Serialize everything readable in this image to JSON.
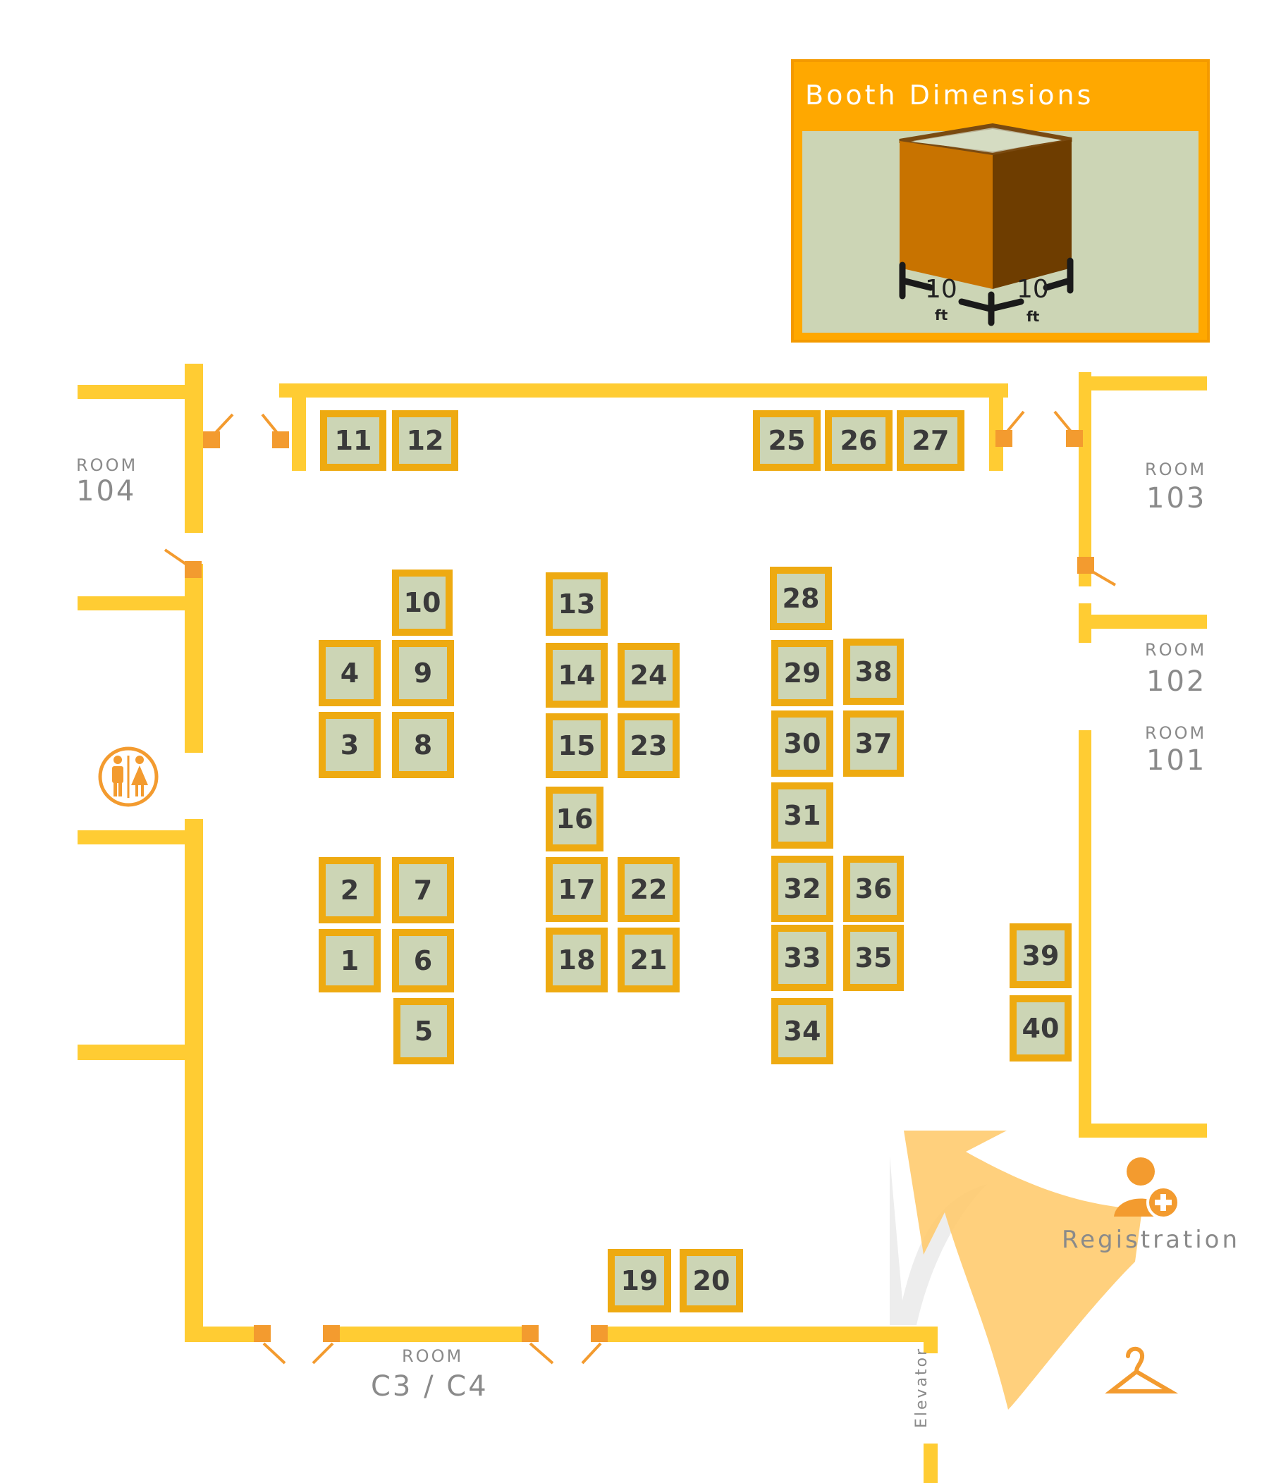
{
  "legend": {
    "title": "Booth Dimensions",
    "width_value": "10",
    "width_unit": "ft",
    "depth_value": "10",
    "depth_unit": "ft"
  },
  "rooms": [
    {
      "id": "104",
      "label": "ROOM",
      "number": "104"
    },
    {
      "id": "103",
      "label": "ROOM",
      "number": "103"
    },
    {
      "id": "102",
      "label": "ROOM",
      "number": "102"
    },
    {
      "id": "101",
      "label": "ROOM",
      "number": "101"
    },
    {
      "id": "c3c4",
      "label": "ROOM",
      "number": "C3 / C4"
    }
  ],
  "registration_label": "Registration",
  "elevator_label": "Elevator",
  "icons": [
    "restroom-icon",
    "registration-icon",
    "coat-check-icon",
    "entrance-arrow-icon"
  ],
  "colors": {
    "wall": "#FFCC33",
    "booth_border": "#EEAA11",
    "booth_fill": "#CCD5B5",
    "door": "#F39B2F",
    "header": "#FFA800",
    "icon": "#F39B2F"
  },
  "booths": [
    "1",
    "2",
    "3",
    "4",
    "5",
    "6",
    "7",
    "8",
    "9",
    "10",
    "11",
    "12",
    "13",
    "14",
    "15",
    "16",
    "17",
    "18",
    "19",
    "20",
    "21",
    "22",
    "23",
    "24",
    "25",
    "26",
    "27",
    "28",
    "29",
    "30",
    "31",
    "32",
    "33",
    "34",
    "35",
    "36",
    "37",
    "38",
    "39",
    "40"
  ]
}
